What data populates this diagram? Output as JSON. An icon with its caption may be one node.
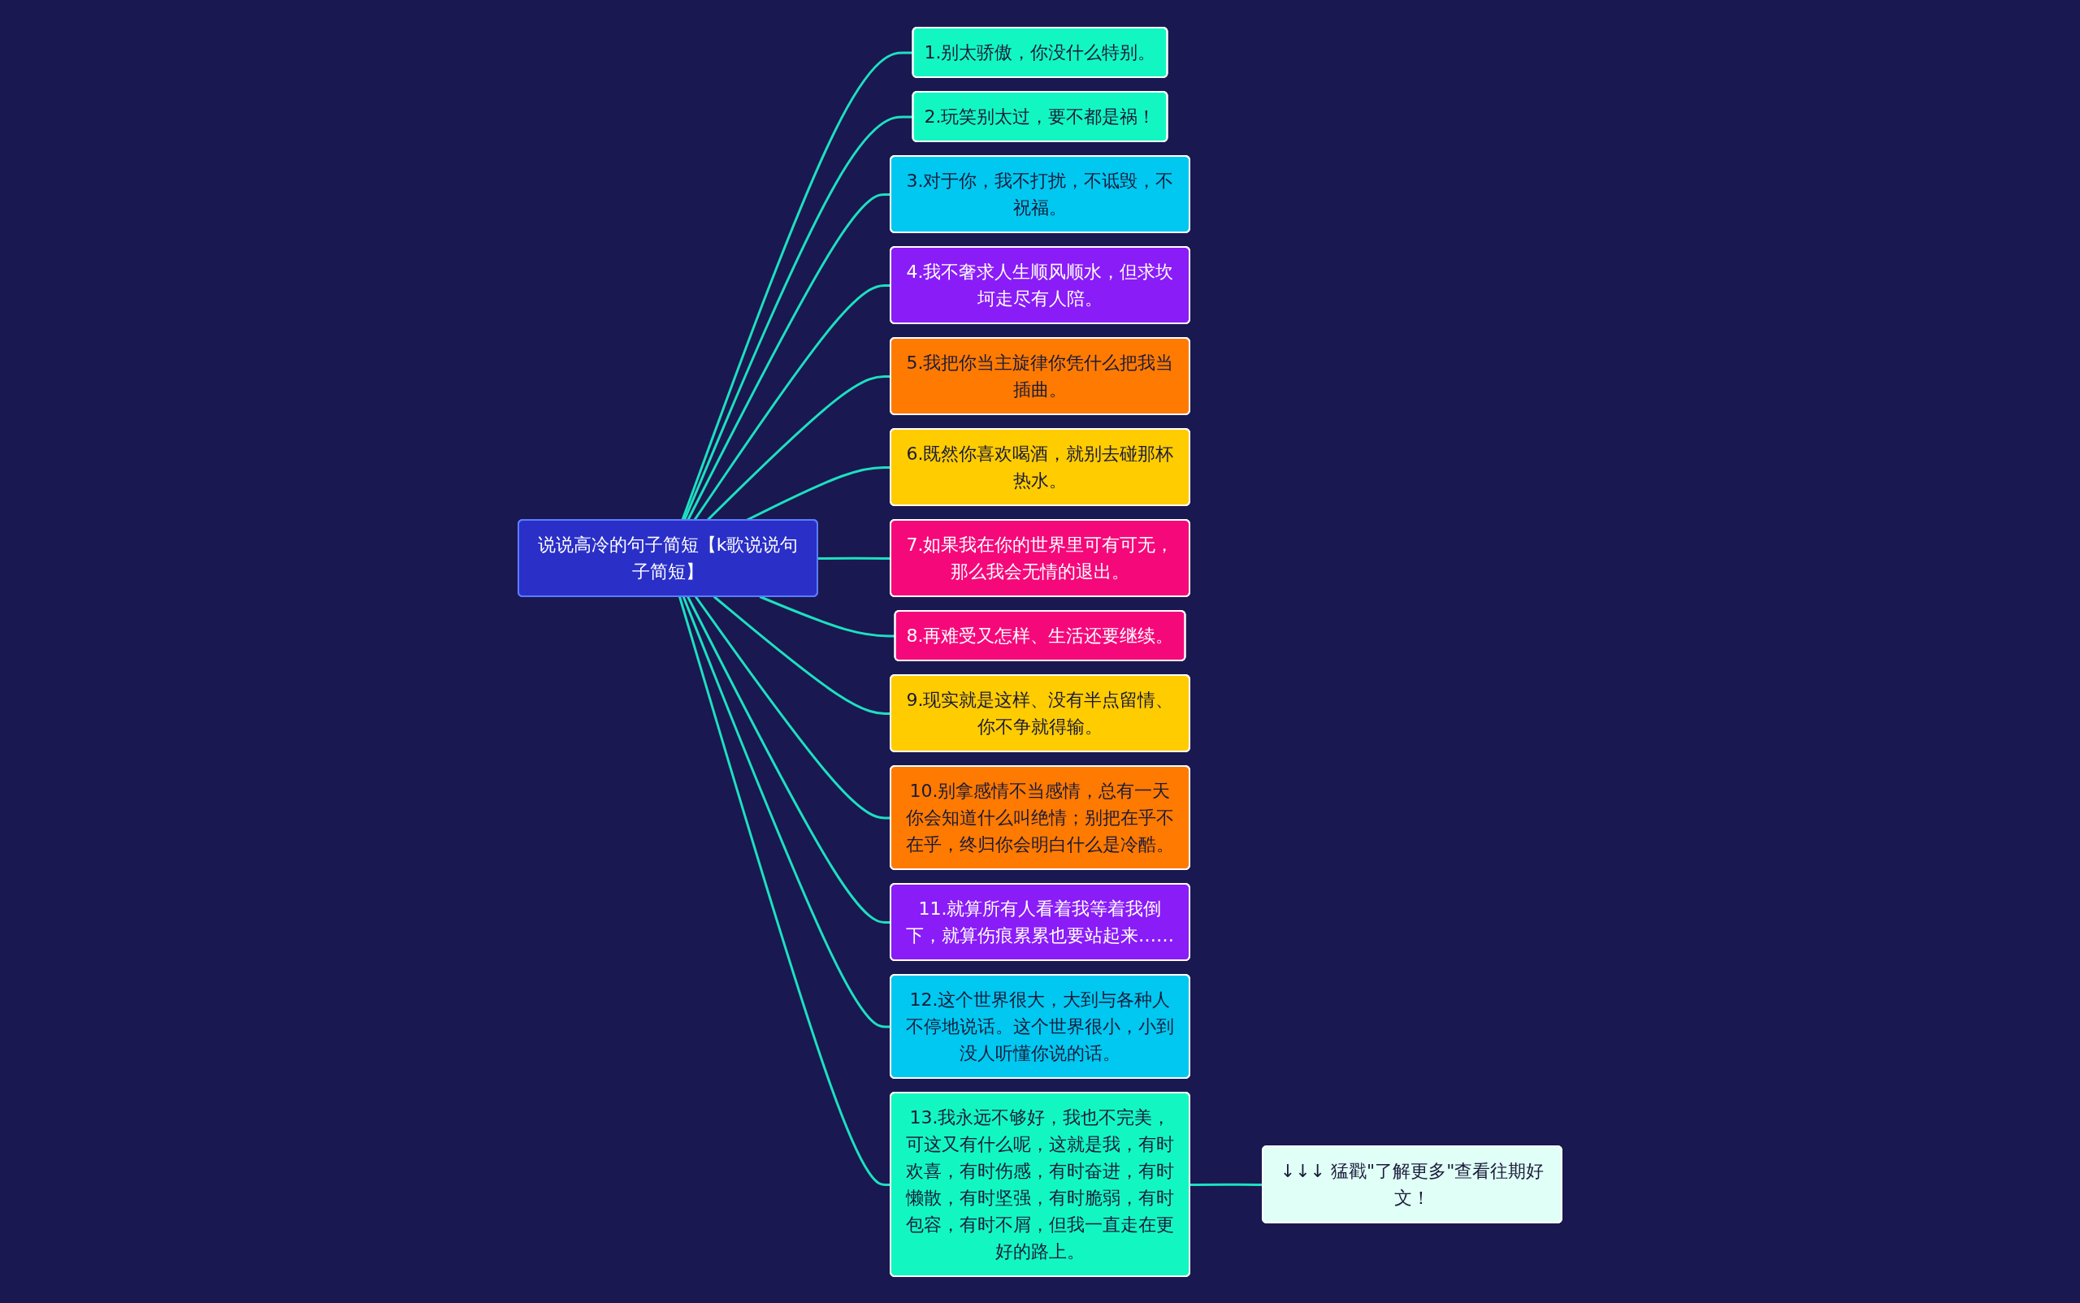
{
  "diagram": {
    "nodes": [
      {
        "text": [
          "说说高冷的句子简短【k歌说说句子简短】"
        ]
      },
      {
        "text": [
          "1.别太骄傲，你没什么特别。"
        ]
      },
      {
        "text": [
          "2.玩笑别太过，要不都是祸！"
        ]
      },
      {
        "text": [
          "3.对于你，我不打扰，不诋毁，不祝福。"
        ]
      },
      {
        "text": [
          "4.我不奢求人生顺风顺水，但求坎坷走尽有人陪。"
        ]
      },
      {
        "text": [
          "5.我把你当主旋律你凭什么把我当插曲。"
        ]
      },
      {
        "text": [
          "6.既然你喜欢喝酒，就别去碰那杯热水。"
        ]
      },
      {
        "text": [
          "7.如果我在你的世界里可有可无，那么我会无情的退出。"
        ]
      },
      {
        "text": [
          "8.再难受又怎样、生活还要继续。"
        ]
      },
      {
        "text": [
          "9.现实就是这样、没有半点留情、你不争就得输。"
        ]
      },
      {
        "text": [
          "10.别拿感情不当感情，总有一天你会知道什么叫绝情；别把在乎不在乎，终归你会明白什么是冷酷。"
        ]
      },
      {
        "text": [
          "11.就算所有人看着我等着我倒下，就算伤痕累累也要站起来……"
        ]
      },
      {
        "text": [
          "12.这个世界很大，大到与各种人不停地说话。这个世界很小，小到没人听懂你说的话。"
        ]
      },
      {
        "text": [
          "13.我永远不够好，我也不完美，可这又有什么呢，这就是我，有时欢喜，有时伤感，有时奋进，有时懒散，有时坚强，有时脆弱，有时包容，有时不屑，但我一直走在更好的路上。"
        ]
      },
      {
        "text": [
          "↓↓↓ 猛戳\"了解更多\"查看往期好文！"
        ]
      }
    ],
    "edges": [
      {
        "from": 0,
        "to": 1,
        "arrow": "none"
      },
      {
        "from": 0,
        "to": 2,
        "arrow": "none"
      },
      {
        "from": 0,
        "to": 3,
        "arrow": "none"
      },
      {
        "from": 0,
        "to": 4,
        "arrow": "none"
      },
      {
        "from": 0,
        "to": 5,
        "arrow": "none"
      },
      {
        "from": 0,
        "to": 6,
        "arrow": "none"
      },
      {
        "from": 0,
        "to": 7,
        "arrow": "none"
      },
      {
        "from": 0,
        "to": 8,
        "arrow": "none"
      },
      {
        "from": 0,
        "to": 9,
        "arrow": "none"
      },
      {
        "from": 0,
        "to": 10,
        "arrow": "none"
      },
      {
        "from": 0,
        "to": 11,
        "arrow": "none"
      },
      {
        "from": 0,
        "to": 12,
        "arrow": "none"
      },
      {
        "from": 0,
        "to": 13,
        "arrow": "none"
      },
      {
        "from": 13,
        "to": 14,
        "arrow": "none"
      }
    ]
  }
}
